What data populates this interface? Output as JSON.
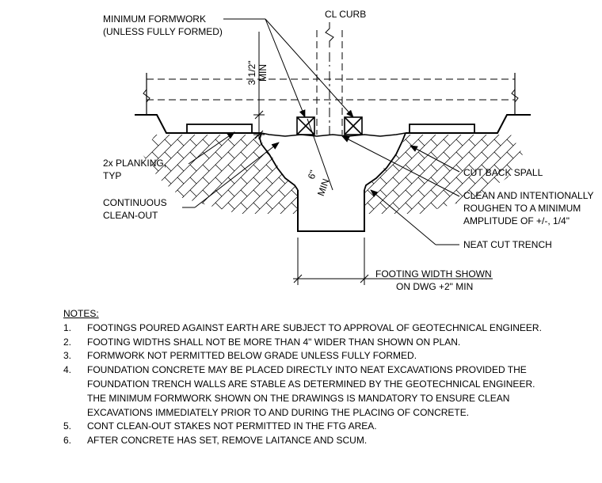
{
  "labels": {
    "minimum_formwork": [
      "MINIMUM FORMWORK",
      "(UNLESS FULLY FORMED)"
    ],
    "cl_curb": "CL CURB",
    "dim_3_5_min": [
      "3 1/2\"",
      "MIN"
    ],
    "planking": [
      "2x PLANKING,",
      "TYP"
    ],
    "continuous_cleanout": [
      "CONTINUOUS",
      "CLEAN-OUT"
    ],
    "dim_6_min": [
      "6\"",
      "MIN"
    ],
    "cut_back_spall": "CUT BACK SPALL",
    "clean_roughen": [
      "CLEAN AND INTENTIONALLY",
      "ROUGHEN TO A MINIMUM",
      "AMPLITUDE OF +/-, 1/4\""
    ],
    "neat_cut_trench": "NEAT CUT TRENCH",
    "footing_width": [
      "FOOTING WIDTH SHOWN",
      "ON DWG +2\" MIN"
    ]
  },
  "notes": {
    "title": "NOTES:",
    "items": [
      {
        "num": "1.",
        "lines": [
          "FOOTINGS POURED AGAINST EARTH ARE SUBJECT TO APPROVAL OF GEOTECHNICAL ENGINEER."
        ]
      },
      {
        "num": "2.",
        "lines": [
          "FOOTING WIDTHS SHALL NOT BE MORE THAN 4\" WIDER THAN SHOWN ON PLAN."
        ]
      },
      {
        "num": "3.",
        "lines": [
          "FORMWORK NOT PERMITTED BELOW GRADE UNLESS FULLY FORMED."
        ]
      },
      {
        "num": "4.",
        "lines": [
          "FOUNDATION CONCRETE MAY BE PLACED DIRECTLY INTO NEAT EXCAVATIONS PROVIDED THE",
          "FOUNDATION TRENCH WALLS ARE STABLE AS DETERMINED BY THE GEOTECHNICAL ENGINEER.",
          "THE MINIMUM FORMWORK SHOWN ON THE DRAWINGS IS MANDATORY TO ENSURE CLEAN",
          "EXCAVATIONS IMMEDIATELY PRIOR TO AND DURING THE PLACING OF CONCRETE."
        ]
      },
      {
        "num": "5.",
        "lines": [
          "CONT CLEAN-OUT STAKES NOT PERMITTED IN THE FTG AREA."
        ]
      },
      {
        "num": "6.",
        "lines": [
          "AFTER CONCRETE HAS SET, REMOVE LAITANCE AND SCUM."
        ]
      }
    ]
  }
}
